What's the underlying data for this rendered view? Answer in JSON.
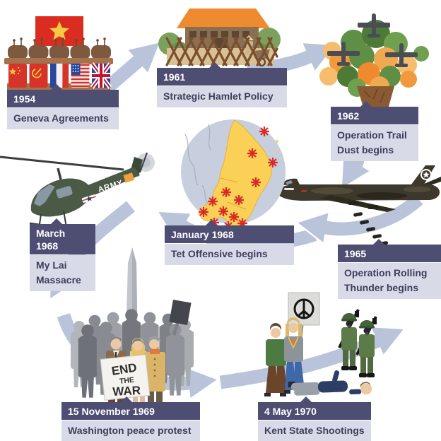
{
  "events": [
    {
      "date": "1954",
      "title": "Geneva Agreements",
      "illustration": "conference-table-with-flags"
    },
    {
      "date": "1961",
      "title": "Strategic Hamlet Policy",
      "illustration": "fortified-hamlet"
    },
    {
      "date": "1962",
      "title": "Operation Trail Dust begins",
      "illustration": "planes-defoliating-forest"
    },
    {
      "date": "1965",
      "title": "Operation Rolling Thunder begins",
      "illustration": "b52-bomber-dropping-bombs"
    },
    {
      "date": "January 1968",
      "title": "Tet Offensive begins",
      "illustration": "south-vietnam-map-with-attacks"
    },
    {
      "date": "March 1968",
      "title": "My Lai Massacre",
      "illustration": "army-helicopter"
    },
    {
      "date": "15 November 1969",
      "title": "Washington peace protest",
      "illustration": "protest-crowd-washington-monument"
    },
    {
      "date": "4 May 1970",
      "title": "Kent State Shootings",
      "illustration": "students-soldiers-shooting-scene"
    }
  ],
  "artwork_text": {
    "helicopter_marking": "ARMY",
    "protest_sign": [
      "END",
      "THE",
      "WAR"
    ]
  },
  "colors": {
    "label_dark": "#4e4d72",
    "label_light": "#d9dae8",
    "label_text_dark": "#3e3d5c",
    "arrow": "#b9c4da",
    "map_land_yellow": "#fbd056",
    "explosion_red": "#d92b27",
    "vietnam_flag_red": "#da2c20"
  }
}
